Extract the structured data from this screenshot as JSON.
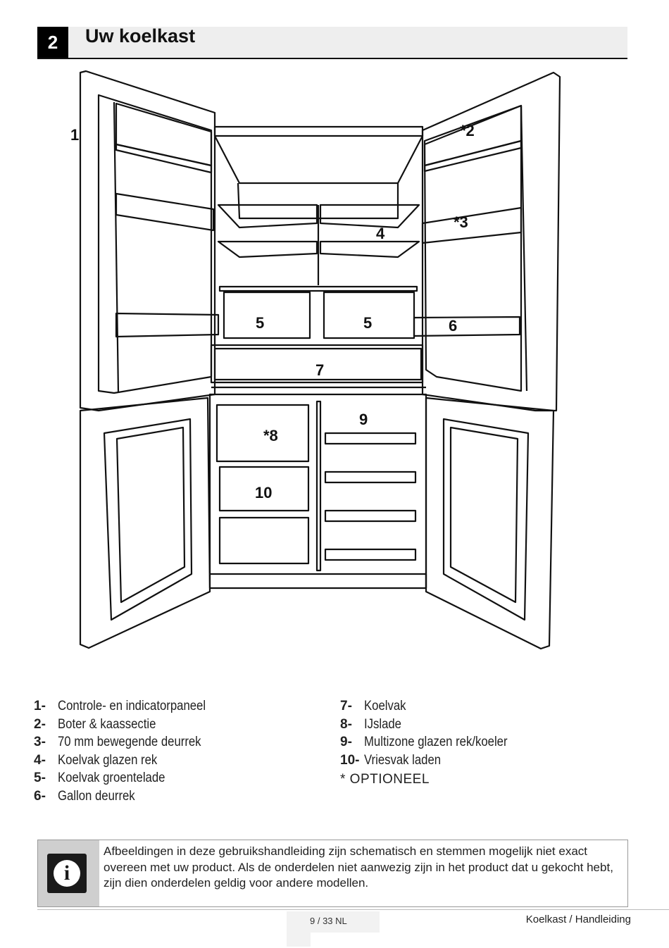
{
  "header": {
    "section_number": "2",
    "title": "Uw koelkast"
  },
  "diagram": {
    "callouts": [
      "1",
      "*2",
      "*3",
      "4",
      "5",
      "5",
      "6",
      "7",
      "*8",
      "9",
      "10"
    ]
  },
  "legend": {
    "left": [
      {
        "num": "1-",
        "text": "Controle- en indicatorpaneel"
      },
      {
        "num": "2-",
        "text": "Boter & kaassectie"
      },
      {
        "num": "3-",
        "text": "70 mm bewegende deurrek"
      },
      {
        "num": "4-",
        "text": "Koelvak glazen rek"
      },
      {
        "num": "5-",
        "text": "Koelvak groentelade"
      },
      {
        "num": "6-",
        "text": "Gallon deurrek"
      }
    ],
    "right": [
      {
        "num": "7-",
        "text": "Koelvak"
      },
      {
        "num": "8-",
        "text": "IJslade"
      },
      {
        "num": "9-",
        "text": "Multizone glazen rek/koeler"
      },
      {
        "num": "10-",
        "text": "Vriesvak laden"
      }
    ],
    "optional_note": "* OPTIONEEL"
  },
  "info": {
    "icon": "info-icon",
    "text": "Afbeeldingen in deze gebruikshandleiding zijn schematisch en stemmen mogelijk niet exact overeen met uw product. Als de onderdelen niet aanwezig zijn in het product dat u gekocht hebt, zijn dien onderdelen geldig voor andere modellen."
  },
  "footer": {
    "page": "9 / 33 NL",
    "document": "Koelkast / Handleiding"
  }
}
